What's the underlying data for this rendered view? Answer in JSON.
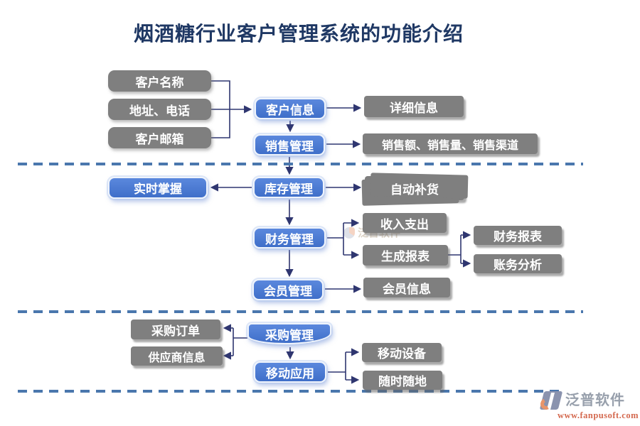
{
  "title": "烟酒糖行业客户管理系统的功能介绍",
  "labels": {
    "customer_name": "客户名称",
    "address_phone": "地址、电话",
    "customer_email": "客户邮箱",
    "customer_info": "客户信息",
    "sales_mgmt": "销售管理",
    "detail_info": "详细信息",
    "sales_metrics": "销售额、销售量、销售渠道",
    "realtime_grasp": "实时掌握",
    "inventory_mgmt": "库存管理",
    "auto_replenish": "自动补货",
    "finance_mgmt": "财务管理",
    "income_expense": "收入支出",
    "generate_reports": "生成报表",
    "financial_reports": "财务报表",
    "account_analysis": "账务分析",
    "member_mgmt": "会员管理",
    "member_info": "会员信息",
    "purchase_mgmt": "采购管理",
    "purchase_orders": "采购订单",
    "supplier_info": "供应商信息",
    "mobile_app": "移动应用",
    "mobile_devices": "移动设备",
    "anytime_anywhere": "随时随地"
  },
  "watermark": {
    "brand": "泛普软件",
    "url": "www.fanpusoft.com"
  },
  "colors": {
    "title": "#1F3864",
    "node_blue": "#4A7BD4",
    "node_gray": "#7F7F7F",
    "connector": "#2F3670",
    "dashed_line": "#4A77AD",
    "watermark_brand": "#98A0AC",
    "watermark_url": "#D4694F"
  }
}
